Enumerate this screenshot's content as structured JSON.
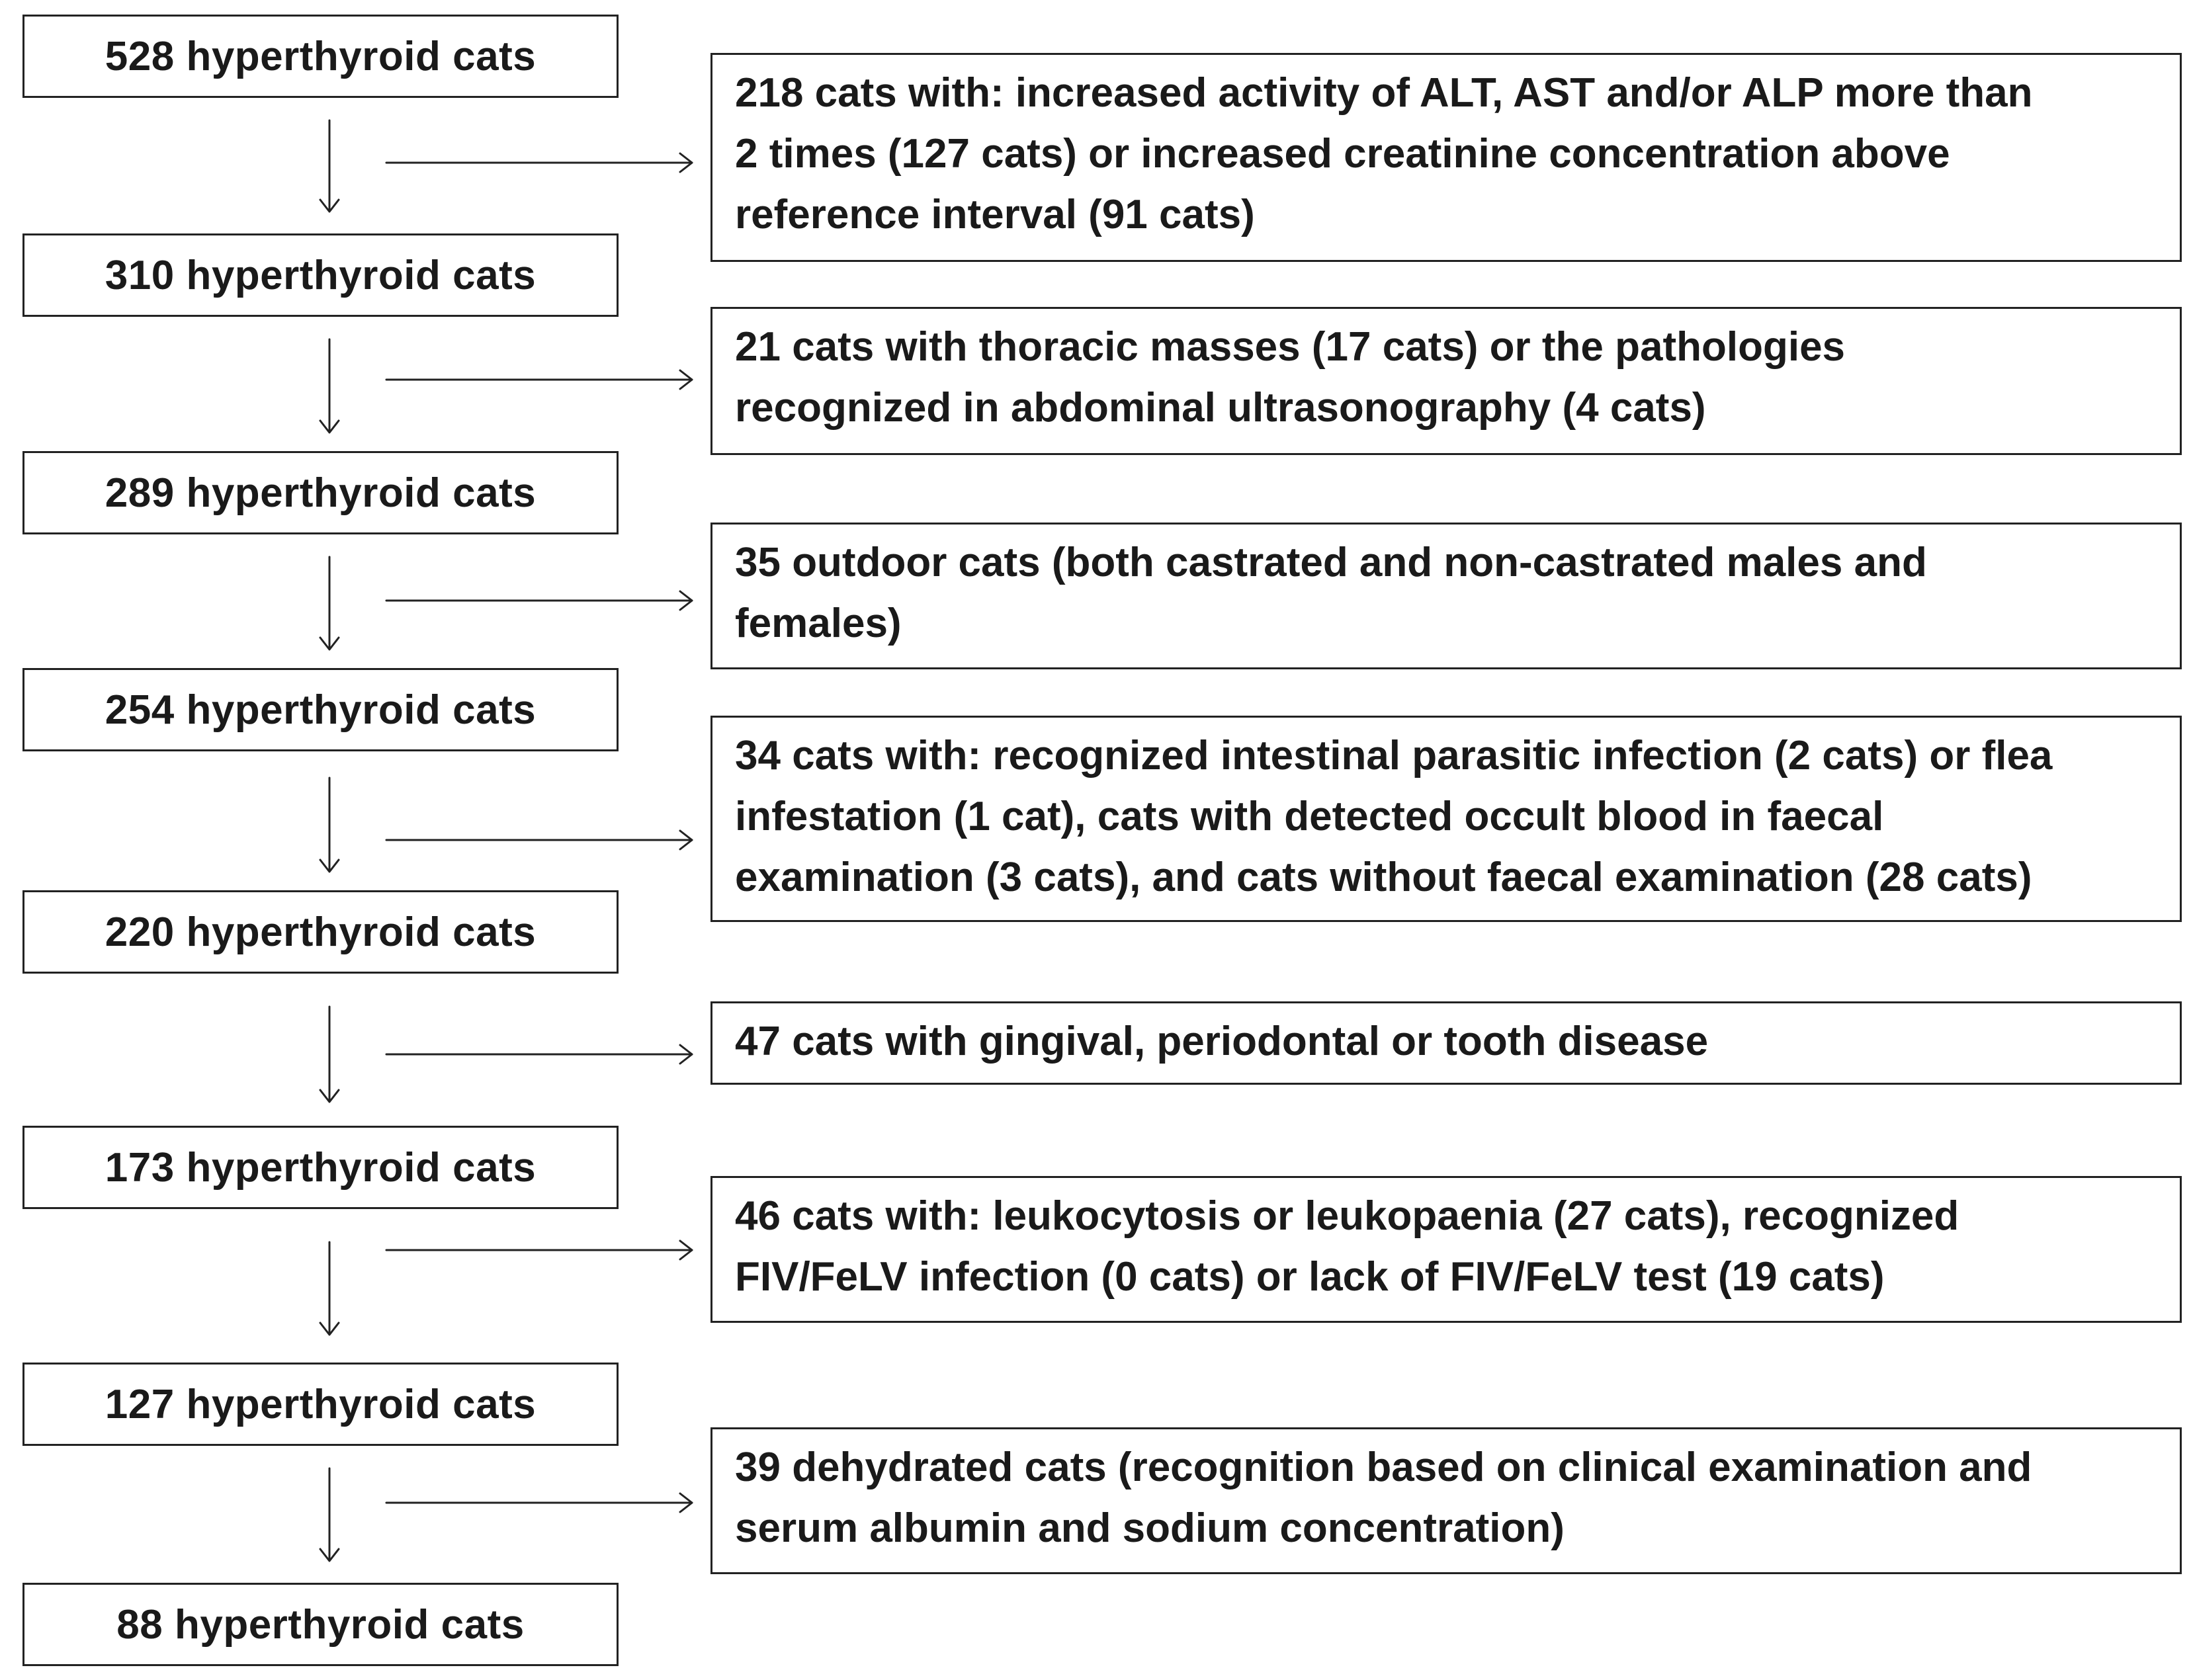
{
  "stages": [
    {
      "count_label": "528 hyperthyroid cats"
    },
    {
      "count_label": "310 hyperthyroid cats"
    },
    {
      "count_label": "289 hyperthyroid cats"
    },
    {
      "count_label": "254 hyperthyroid cats"
    },
    {
      "count_label": "220 hyperthyroid cats"
    },
    {
      "count_label": "173 hyperthyroid cats"
    },
    {
      "count_label": "127 hyperthyroid cats"
    },
    {
      "count_label": "88 hyperthyroid cats"
    }
  ],
  "exclusions": [
    {
      "lines": [
        "218 cats with: increased activity of ALT, AST and/or ALP more than",
        "2 times (127 cats) or increased creatinine concentration above",
        "reference interval (91 cats)"
      ]
    },
    {
      "lines": [
        "21 cats with thoracic masses (17 cats) or the pathologies",
        "recognized in abdominal ultrasonography (4 cats)"
      ]
    },
    {
      "lines": [
        "35 outdoor cats (both castrated and non-castrated males and",
        "females)"
      ]
    },
    {
      "lines": [
        "34 cats with: recognized intestinal parasitic infection (2 cats) or flea",
        "infestation (1 cat), cats with detected occult blood in faecal",
        "examination (3 cats), and cats without faecal examination (28 cats)"
      ]
    },
    {
      "lines": [
        "47 cats with gingival, periodontal or tooth disease"
      ]
    },
    {
      "lines": [
        "46 cats with: leukocytosis or leukopaenia (27 cats), recognized",
        "FIV/FeLV infection (0 cats) or lack of FIV/FeLV test (19 cats)"
      ]
    },
    {
      "lines": [
        "39 dehydrated cats (recognition based on clinical examination and",
        "serum albumin and sodium concentration)"
      ]
    }
  ]
}
